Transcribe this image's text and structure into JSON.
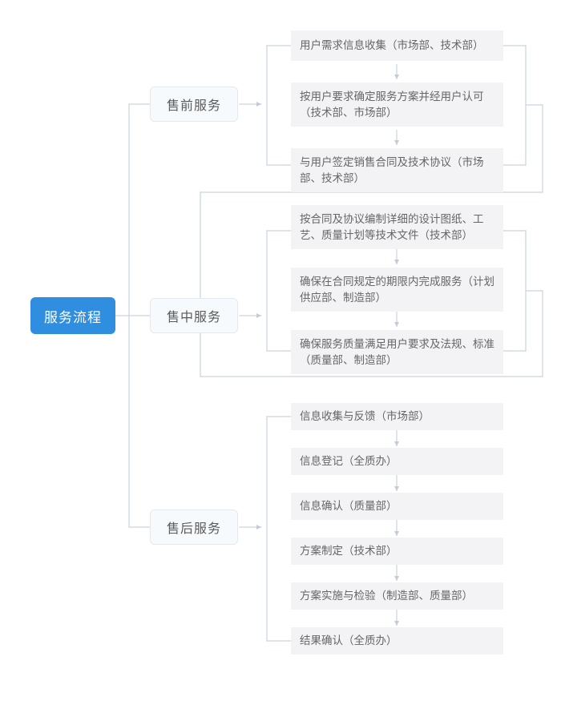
{
  "diagram": {
    "title": "服务流程",
    "type": "mind-map-flowchart",
    "root": {
      "label": "服务流程",
      "color": "#2f8ee0",
      "text_color": "#ffffff"
    },
    "branch_color": "#f7fafc",
    "branch_border": "#e3e9ef",
    "leaf_color": "#f3f3f5",
    "leaf_text_color": "#666666",
    "connector_color": "#c9d4dd",
    "branches": [
      {
        "label": "售前服务",
        "steps": [
          {
            "label": "用户需求信息收集（市场部、技术部）"
          },
          {
            "label": "按用户要求确定服务方案并经用户认可（技术部、市场部）"
          },
          {
            "label": "与用户签定销售合同及技术协议（市场部、技术部）"
          }
        ]
      },
      {
        "label": "售中服务",
        "steps": [
          {
            "label": "按合同及协议编制详细的设计图纸、工艺、质量计划等技术文件（技术部）"
          },
          {
            "label": "确保在合同规定的期限内完成服务（计划供应部、制造部）"
          },
          {
            "label": "确保服务质量满足用户要求及法规、标准（质量部、制造部）"
          }
        ]
      },
      {
        "label": "售后服务",
        "steps": [
          {
            "label": "信息收集与反馈（市场部）"
          },
          {
            "label": "信息登记（全质办）"
          },
          {
            "label": "信息确认（质量部）"
          },
          {
            "label": "方案制定（技术部）"
          },
          {
            "label": "方案实施与检验（制造部、质量部）"
          },
          {
            "label": "结果确认（全质办）"
          }
        ]
      }
    ]
  }
}
